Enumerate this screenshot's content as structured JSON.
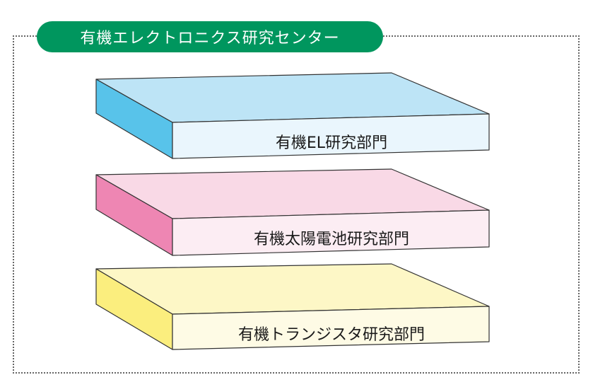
{
  "title": "有機エレクトロニクス研究センター",
  "departments": [
    {
      "label": "有機EL研究部門",
      "top_color": "#bde4f6",
      "side_color": "#58c3ea",
      "front_color": "#eaf6fd"
    },
    {
      "label": "有機太陽電池研究部門",
      "top_color": "#f9d9e6",
      "side_color": "#ee86b3",
      "front_color": "#fcedf3"
    },
    {
      "label": "有機トランジスタ研究部門",
      "top_color": "#fdf7c6",
      "side_color": "#fbee7e",
      "front_color": "#fefbe5"
    }
  ],
  "colors": {
    "title_bg": "#00965e",
    "frame_border": "#666666",
    "stroke": "#333333"
  }
}
